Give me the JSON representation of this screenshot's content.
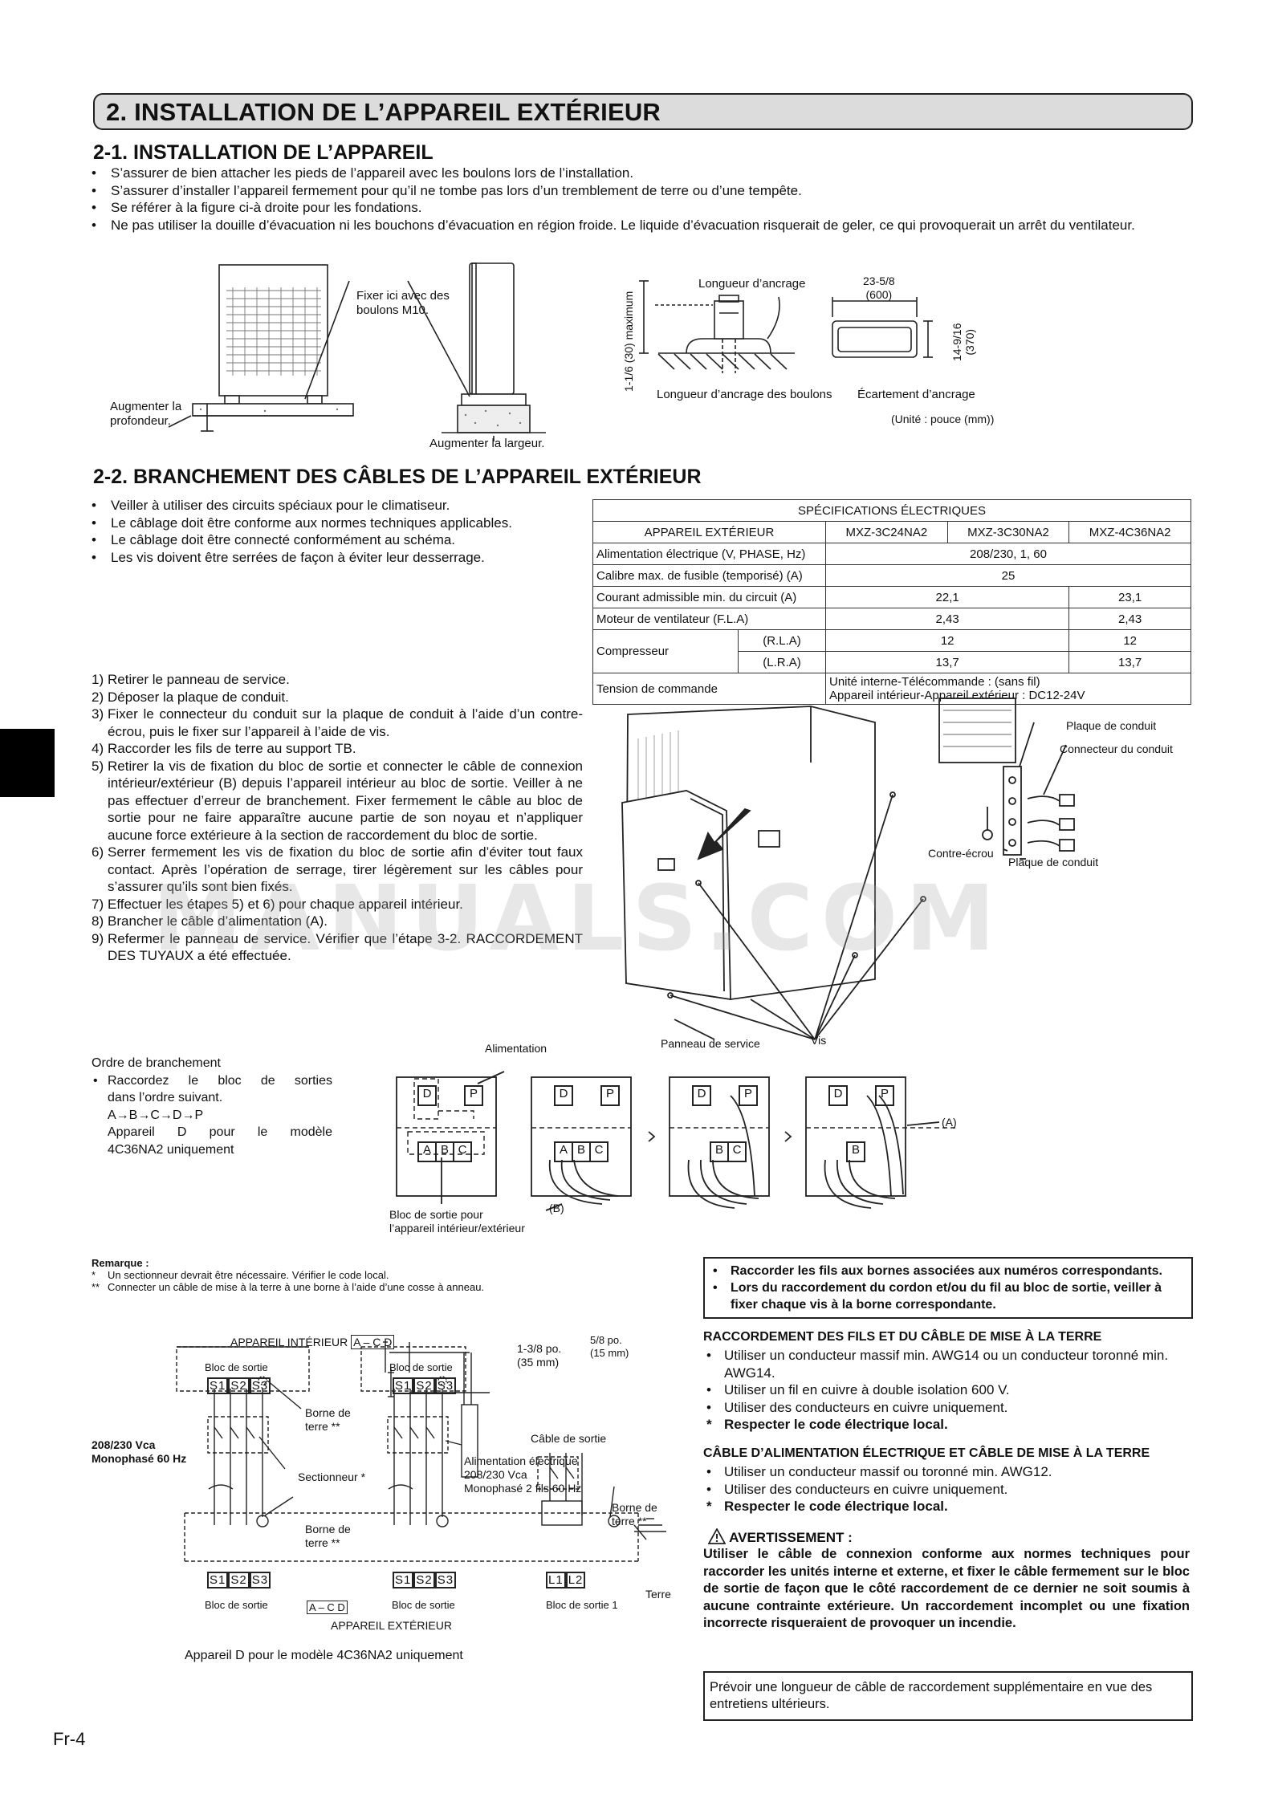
{
  "section": {
    "title": "2.  INSTALLATION DE L’APPAREIL EXTÉRIEUR"
  },
  "s21": {
    "title": "2-1. INSTALLATION DE L’APPAREIL",
    "bullets": [
      "S’assurer de bien attacher les pieds de l’appareil avec les boulons lors de l’installation.",
      "S’assurer d’installer l’appareil fermement pour qu’il ne tombe pas lors d’un tremblement de terre ou d’une tempête.",
      "Se référer à la figure ci-à droite pour les fondations.",
      "Ne pas utiliser la douille d’évacuation ni les bouchons d’évacuation en région froide. Le liquide d’évacuation risquerait de geler, ce qui provoquerait un arrêt du ventilateur."
    ],
    "fig1": {
      "fix_l1": "Fixer ici avec des",
      "fix_l2": "boulons M10.",
      "depth_l1": "Augmenter la",
      "depth_l2": "profondeur.",
      "width": "Augmenter la largeur."
    },
    "fig2": {
      "anchor_len": "Longueur d’ancrage",
      "vert": "1-1/6 (30) maximum",
      "bolt_len": "Longueur d’ancrage des boulons",
      "dim_w1": "23-5/8",
      "dim_w2": "(600)",
      "dim_h1": "14-9/16",
      "dim_h2": "(370)",
      "spacing": "Écartement d’ancrage",
      "unit": "(Unité : pouce (mm))"
    }
  },
  "s22": {
    "title": "2-2. BRANCHEMENT DES CÂBLES DE L’APPAREIL EXTÉRIEUR",
    "bullets": [
      "Veiller à utiliser des circuits spéciaux pour le climatiseur.",
      "Le câblage doit être conforme aux normes techniques applicables.",
      "Le câblage doit être connecté conformément au schéma.",
      "Les vis doivent être serrées de façon à éviter leur desserrage."
    ],
    "steps": [
      {
        "n": "1)",
        "t": "Retirer le panneau de service."
      },
      {
        "n": "2)",
        "t": "Déposer la plaque de conduit."
      },
      {
        "n": "3)",
        "t": "Fixer le connecteur du conduit sur la plaque de conduit à l’aide d’un contre-écrou, puis le fixer sur l’appareil à l’aide de vis."
      },
      {
        "n": "4)",
        "t": "Raccorder les fils de terre au support TB."
      },
      {
        "n": "5)",
        "t": "Retirer la vis de fixation du bloc de sortie et connecter le câble de connexion intérieur/extérieur (B) depuis l’appareil intérieur au bloc de sortie. Veiller à ne pas effectuer d’erreur de branchement. Fixer fermement le câble au bloc de sortie pour ne faire apparaître aucune partie de son noyau et n’appliquer aucune force extérieure à la section de raccordement du bloc de sortie."
      },
      {
        "n": "6)",
        "t": "Serrer fermement les vis de fixation du bloc de sortie afin d’éviter tout faux contact. Après l’opération de serrage, tirer légèrement sur les câbles pour s’assurer qu’ils sont bien fixés."
      },
      {
        "n": "7)",
        "t": "Effectuer les étapes 5) et 6) pour chaque appareil intérieur."
      },
      {
        "n": "8)",
        "t": "Brancher le câble d’alimentation (A)."
      },
      {
        "n": "9)",
        "t": "Refermer le panneau de service. Vérifier que l’étape 3-2. RACCORDEMENT DES TUYAUX a été effectuée."
      }
    ],
    "table": {
      "title": "SPÉCIFICATIONS ÉLECTRIQUES",
      "h0": "APPAREIL EXTÉRIEUR",
      "h1": "MXZ-3C24NA2",
      "h2": "MXZ-3C30NA2",
      "h3": "MXZ-4C36NA2",
      "r1": {
        "label": "Alimentation électrique (V, PHASE, Hz)",
        "v": "208/230, 1, 60"
      },
      "r2": {
        "label": "Calibre max. de fusible (temporisé) (A)",
        "v": "25"
      },
      "r3": {
        "label": "Courant admissible min. du circuit (A)",
        "v1": "22,1",
        "v2": "23,1"
      },
      "r4": {
        "label": "Moteur de ventilateur (F.L.A)",
        "v1": "2,43",
        "v2": "2,43"
      },
      "r5": {
        "label": "Compresseur",
        "s1": "(R.L.A)",
        "a1": "12",
        "a2": "12",
        "s2": "(L.R.A)",
        "b1": "13,7",
        "b2": "13,7"
      },
      "r6": {
        "label": "Tension de commande",
        "l1": "Unité interne-Télécommande : (sans fil)",
        "l2": "Appareil intérieur-Appareil extérieur : DC12-24V"
      }
    },
    "unit_fig": {
      "plaque1": "Plaque de conduit",
      "connecteur": "Connecteur du conduit",
      "contre": "Contre-écrou",
      "plaque2": "Plaque de conduit",
      "panneau": "Panneau de service",
      "vis": "Vis"
    },
    "order": {
      "title": "Ordre de branchement",
      "l1": "Raccordez le bloc de sorties",
      "l2": "dans l’ordre suivant.",
      "l3": "A→B→C→D→P",
      "l4": "Appareil D pour le modèle",
      "l5": "4C36NA2  uniquement"
    },
    "terminal_fig": {
      "alimentation": "Alimentation",
      "bloc_l1": "Bloc de sortie pour",
      "bloc_l2": "l’appareil intérieur/extérieur",
      "b": "(B)",
      "a": "(A)",
      "D": "D",
      "P": "P",
      "A": "A",
      "B": "B",
      "C": "C"
    }
  },
  "remarks": {
    "title": "Remarque :",
    "r1m": "*",
    "r1": "Un sectionneur devrait être nécessaire. Vérifier le code local.",
    "r2m": "**",
    "r2": "Connecter un câble de mise à la terre à une borne à l’aide d’une cosse à anneau."
  },
  "wiring": {
    "indoor": "APPAREIL INTÉRIEUR",
    "indoor_range": "A – C  D",
    "bloc": "Bloc de sortie",
    "s1": "S1",
    "s2": "S2",
    "s3": "S3",
    "borne": "Borne de",
    "terre2": "terre **",
    "supply_l1": "208/230 Vca",
    "supply_l2": "Monophasé 60 Hz",
    "sectionneur": "Sectionneur *",
    "alim_l1": "Alimentation électrique",
    "alim_l2": "208/230 Vca",
    "alim_l3": "Monophasé 2 fils 60 Hz",
    "outdoor": "APPAREIL EXTÉRIEUR",
    "outdoor_range": "A – C  D",
    "l1": "L1",
    "l2": "L2",
    "bloc1": "Bloc de sortie 1",
    "terre": "Terre",
    "footnote": "Appareil D pour le modèle 4C36NA2 uniquement",
    "strip1": "1-3/8 po.",
    "strip1b": "(35 mm)",
    "strip2": "5/8 po.",
    "strip2b": "(15 mm)",
    "cable": "Câble de sortie"
  },
  "rightcol": {
    "box1": [
      "Raccorder les fils aux bornes associées aux numéros correspondants.",
      "Lors du raccordement du cordon et/ou du fil au bloc de sortie, veiller à fixer chaque vis à la borne correspondante."
    ],
    "earth_title": "RACCORDEMENT DES FILS ET DU CÂBLE DE MISE À LA TERRE",
    "earth": [
      {
        "m": "•",
        "t": "Utiliser un conducteur massif min. AWG14 ou un conducteur toronné min. AWG14.",
        "b": false
      },
      {
        "m": "•",
        "t": "Utiliser un fil en cuivre à double isolation 600 V.",
        "b": false
      },
      {
        "m": "•",
        "t": "Utiliser des conducteurs en cuivre uniquement.",
        "b": false
      },
      {
        "m": "*",
        "t": "Respecter le code électrique local.",
        "b": true
      }
    ],
    "power_title": "CÂBLE D’ALIMENTATION ÉLECTRIQUE ET CÂBLE DE MISE À LA TERRE",
    "power": [
      {
        "m": "•",
        "t": "Utiliser un conducteur massif ou toronné min. AWG12.",
        "b": false
      },
      {
        "m": "•",
        "t": "Utiliser des conducteurs en cuivre uniquement.",
        "b": false
      },
      {
        "m": "*",
        "t": "Respecter le code électrique local.",
        "b": true
      }
    ],
    "warn_title": "AVERTISSEMENT :",
    "warn_text": "Utiliser le câble de connexion conforme aux normes techniques pour raccorder les unités interne et externe, et fixer le câble fermement sur le bloc de sortie de façon que le côté raccordement de ce dernier ne soit soumis à aucune contrainte extérieure. Un raccordement incomplet ou une fixation incorrecte risqueraient de provoquer un incendie.",
    "note": "Prévoir une longueur de câble de raccordement supplémentaire en vue des entretiens ultérieurs."
  },
  "watermark": "MANUALS.COM",
  "page_number": "Fr-4"
}
